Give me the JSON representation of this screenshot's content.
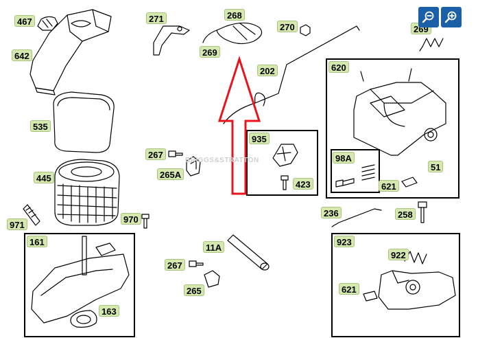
{
  "diagram": {
    "watermark": "BRIGGS&STRATTON",
    "colors": {
      "label_bg": "#d4e8b0",
      "arrow": "#e8141c",
      "zoom_bg": "#1a5fa8"
    },
    "labels": {
      "p467": "467",
      "p642": "642",
      "p535": "535",
      "p445": "445",
      "p971": "971",
      "p970": "970",
      "p267a": "267",
      "p265a": "265A",
      "p271": "271",
      "p268": "268",
      "p269a": "269",
      "p270": "270",
      "p202": "202",
      "p423": "423",
      "p269b": "269",
      "p51": "51",
      "p621a": "621",
      "p236": "236",
      "p258": "258",
      "p11a": "11A",
      "p267b": "267",
      "p265": "265",
      "p163": "163",
      "p922": "922",
      "p621b": "621"
    },
    "boxes": {
      "b620": "620",
      "b935": "935",
      "b98a": "98A",
      "b161": "161",
      "b923": "923"
    }
  },
  "controls": {
    "zoom_out_icon": "zoom-out-icon",
    "zoom_in_icon": "zoom-in-icon"
  }
}
